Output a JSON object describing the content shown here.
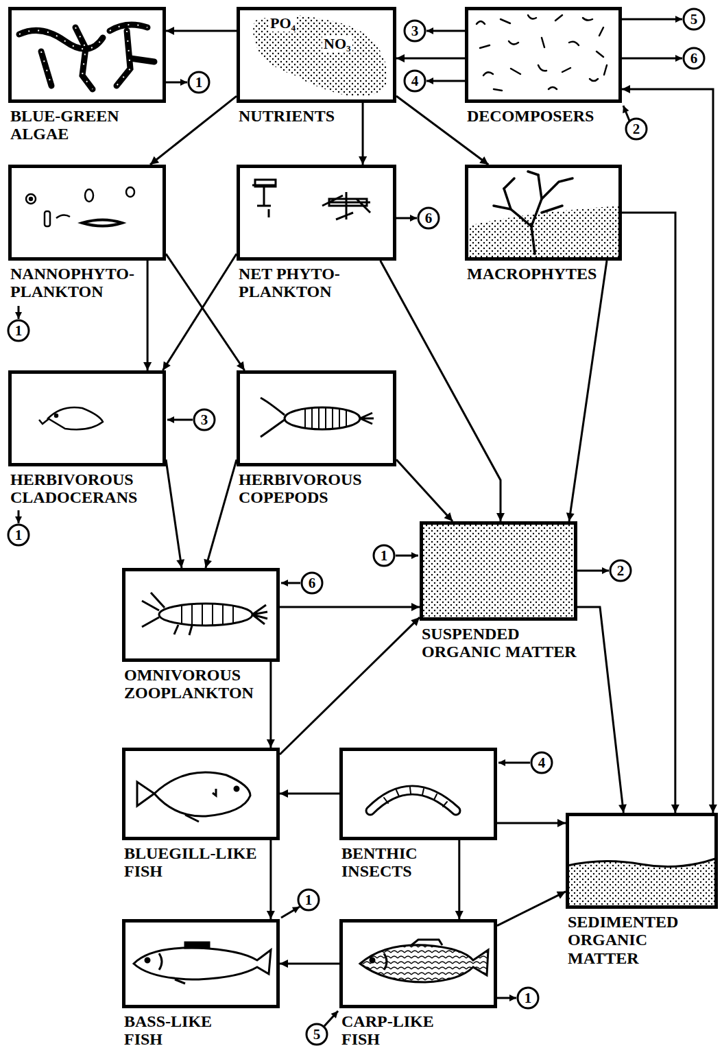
{
  "diagram": {
    "nodes": [
      {
        "text": [
          "BLUE-GREEN ALGAE"
        ]
      },
      {
        "text": [
          "NUTRIENTS"
        ]
      },
      {
        "text": [
          "DECOMPOSERS"
        ]
      },
      {
        "text": [
          "NANNOPHYTO- PLANKTON"
        ]
      },
      {
        "text": [
          "NET PHYTO- PLANKTON"
        ]
      },
      {
        "text": [
          "MACROPHYTES"
        ]
      },
      {
        "text": [
          "HERBIVOROUS CLADOCERANS"
        ]
      },
      {
        "text": [
          "HERBIVOROUS COPEPODS"
        ]
      },
      {
        "text": [
          "SUSPENDED ORGANIC MATTER"
        ]
      },
      {
        "text": [
          "OMNIVOROUS ZOOPLANKTON"
        ]
      },
      {
        "text": [
          "BLUEGILL-LIKE FISH"
        ]
      },
      {
        "text": [
          "BENTHIC INSECTS"
        ]
      },
      {
        "text": [
          "SEDIMENTED ORGANIC MATTER"
        ]
      },
      {
        "text": [
          "BASS-LIKE FISH"
        ]
      },
      {
        "text": [
          "CARP-LIKE FISH"
        ]
      }
    ],
    "edges": [
      {
        "from": 1,
        "to": 0,
        "arrow": "to"
      },
      {
        "from": 2,
        "to": 1,
        "arrow": "to"
      },
      {
        "from": 1,
        "to": 3,
        "arrow": "to"
      },
      {
        "from": 1,
        "to": 4,
        "arrow": "to"
      },
      {
        "from": 1,
        "to": 5,
        "arrow": "to"
      },
      {
        "from": 3,
        "to": 6,
        "arrow": "to"
      },
      {
        "from": 3,
        "to": 7,
        "arrow": "to"
      },
      {
        "from": 4,
        "to": 6,
        "arrow": "to"
      },
      {
        "from": 4,
        "to": 8,
        "arrow": "to"
      },
      {
        "from": 5,
        "to": 8,
        "arrow": "to"
      },
      {
        "from": 5,
        "to": 12,
        "arrow": "to"
      },
      {
        "from": 7,
        "to": 8,
        "arrow": "to"
      },
      {
        "from": 6,
        "to": 9,
        "arrow": "to"
      },
      {
        "from": 7,
        "to": 9,
        "arrow": "to"
      },
      {
        "from": 8,
        "to": 12,
        "arrow": "to"
      },
      {
        "from": 9,
        "to": 8,
        "arrow": "to"
      },
      {
        "from": 9,
        "to": 10,
        "arrow": "to"
      },
      {
        "from": 10,
        "to": 8,
        "arrow": "to"
      },
      {
        "from": 11,
        "to": 10,
        "arrow": "to"
      },
      {
        "from": 11,
        "to": 12,
        "arrow": "to"
      },
      {
        "from": 11,
        "to": 14,
        "arrow": "to"
      },
      {
        "from": 10,
        "to": 13,
        "arrow": "to"
      },
      {
        "from": 14,
        "to": 13,
        "arrow": "to"
      },
      {
        "from": 14,
        "to": 12,
        "arrow": "to"
      },
      {
        "from": 12,
        "to": 2,
        "arrow": "both"
      }
    ],
    "labels": [
      "PO₄",
      "NO₃",
      "3",
      "5",
      "4",
      "6",
      "1",
      "2",
      "6",
      "1",
      "3",
      "1",
      "1",
      "6",
      "2",
      "4",
      "1",
      "1",
      "5"
    ]
  }
}
